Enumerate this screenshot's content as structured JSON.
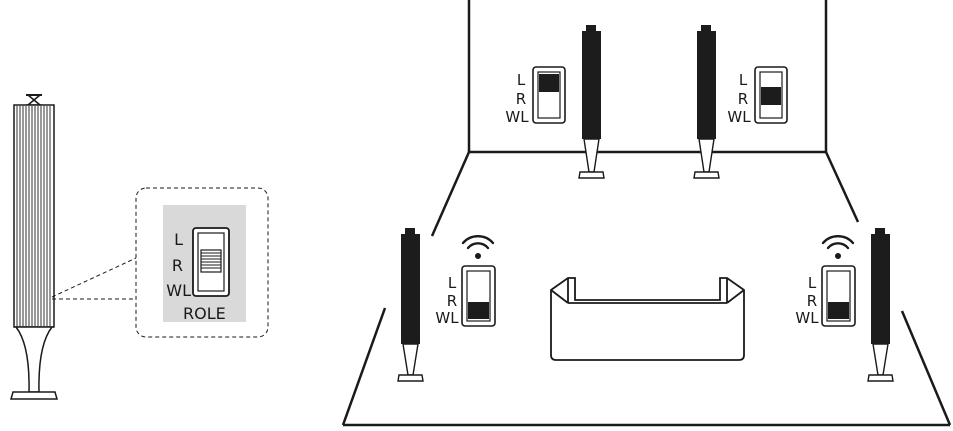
{
  "callout": {
    "labels": {
      "l": "L",
      "r": "R",
      "wl": "WL"
    },
    "role_label": "ROLE",
    "selected_position": "R"
  },
  "room_switches": [
    {
      "id": "back-left",
      "labels": {
        "l": "L",
        "r": "R",
        "wl": "WL"
      },
      "selected_position": "L",
      "wireless": false
    },
    {
      "id": "back-right",
      "labels": {
        "l": "L",
        "r": "R",
        "wl": "WL"
      },
      "selected_position": "R",
      "wireless": false
    },
    {
      "id": "front-left",
      "labels": {
        "l": "L",
        "r": "R",
        "wl": "WL"
      },
      "selected_position": "WL",
      "wireless": true
    },
    {
      "id": "front-right",
      "labels": {
        "l": "L",
        "r": "R",
        "wl": "WL"
      },
      "selected_position": "WL",
      "wireless": true
    }
  ],
  "colors": {
    "line": "#1a1a1a",
    "panel": "#d9d9d9",
    "speaker": "#1c1c1c"
  }
}
